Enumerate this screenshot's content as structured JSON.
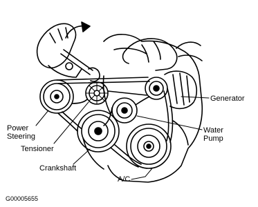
{
  "labels": {
    "generator": "Generator",
    "power_steering_line1": "Power",
    "power_steering_line2": "Steering",
    "water_pump_line1": "Water",
    "water_pump_line2": "Pump",
    "tensioner": "Tensioner",
    "crankshaft": "Crankshaft",
    "ac": "A/C"
  },
  "figure_id": "G00005655"
}
